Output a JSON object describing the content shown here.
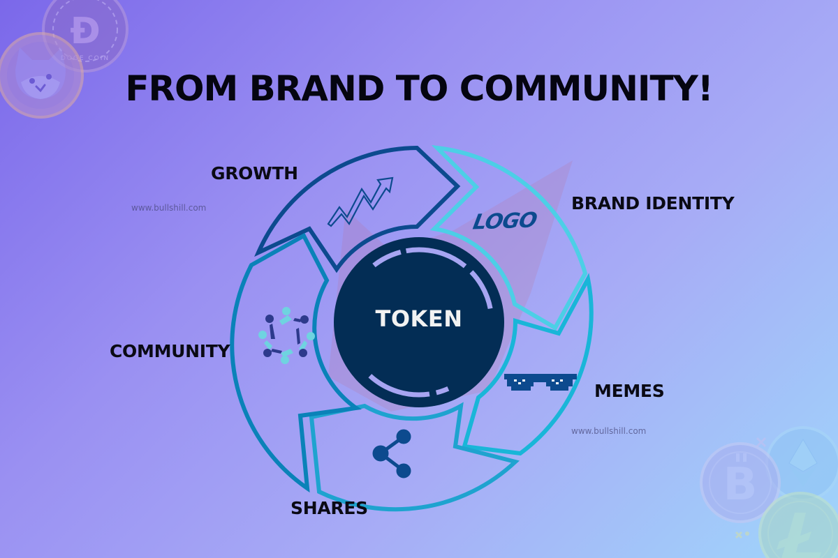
{
  "title": "FROM BRAND TO COMMUNITY!",
  "center": {
    "label": "TOKEN",
    "color": "#032d55"
  },
  "segments": [
    {
      "id": "growth",
      "label": "GROWTH",
      "icon": "trend-arrow-icon",
      "stroke": "#0c4a8e"
    },
    {
      "id": "brand-identity",
      "label": "BRAND IDENTITY",
      "icon": "logo-icon",
      "icon_text": "LOGO",
      "stroke": "#4ccfe6"
    },
    {
      "id": "memes",
      "label": "MEMES",
      "icon": "pixel-sunglasses-icon",
      "stroke": "#19b6d8"
    },
    {
      "id": "shares",
      "label": "SHARES",
      "icon": "share-icon",
      "stroke": "#1ea3cf"
    },
    {
      "id": "community",
      "label": "COMMUNITY",
      "icon": "people-circle-icon",
      "stroke": "#0a82b8"
    }
  ],
  "watermarks": [
    "www.bullshill.com",
    "www.bullshill.com"
  ],
  "decorations": {
    "top_left": [
      "dogecoin-coin-icon",
      "shiba-coin-icon"
    ],
    "bottom_right": [
      "bitcoin-coin-icon",
      "ethereum-coin-icon",
      "litecoin-coin-icon"
    ]
  },
  "colors": {
    "bg_start": "#7b68ea",
    "bg_end": "#9fd6fb",
    "icon_dark": "#0c4a8e",
    "icon_light": "#6fd3e0",
    "people_dark": "#2d3a8c"
  }
}
